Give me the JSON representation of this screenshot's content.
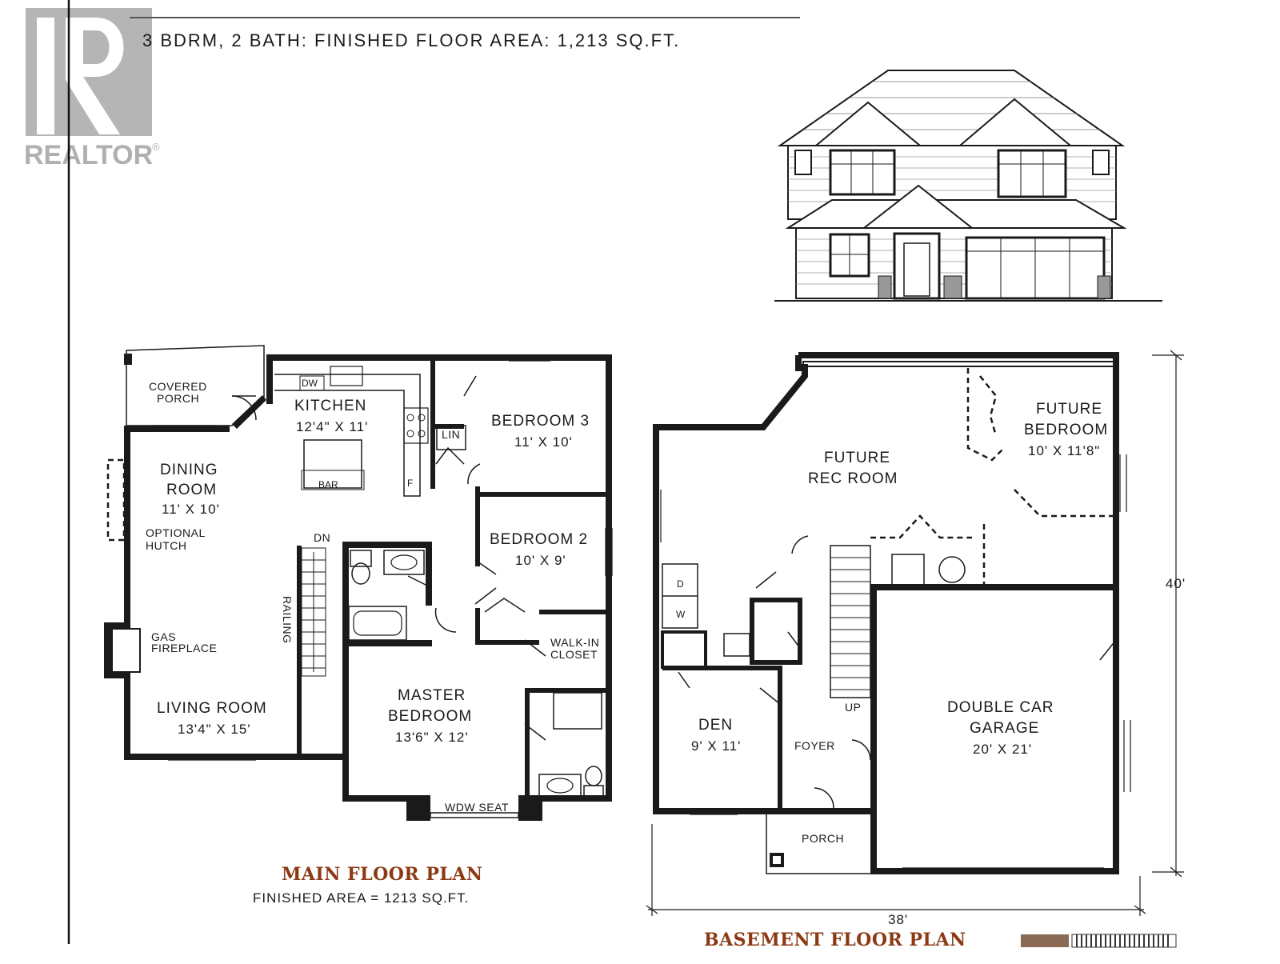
{
  "header": {
    "summary": "3 BDRM, 2 BATH: FINISHED FLOOR AREA: 1,213 SQ.FT."
  },
  "logo": {
    "text": "REALTOR",
    "mark": "®"
  },
  "main_floor": {
    "title": "MAIN FLOOR PLAN",
    "area": "FINISHED AREA = 1213 SQ.FT.",
    "covered_porch": [
      "COVERED",
      "PORCH"
    ],
    "kitchen": {
      "name": "KITCHEN",
      "size": "12'4\" X 11'"
    },
    "dw": "DW",
    "bar": "BAR",
    "fridge": "F",
    "dining": {
      "name": [
        "DINING",
        "ROOM"
      ],
      "size": "11' X 10'"
    },
    "optional_hutch": [
      "OPTIONAL",
      "HUTCH"
    ],
    "gas_fireplace": [
      "GAS",
      "FIREPLACE"
    ],
    "living": {
      "name": "LIVING ROOM",
      "size": "13'4\" X 15'"
    },
    "dn": "DN",
    "railing": "RAILING",
    "lin": "LIN",
    "bedroom3": {
      "name": "BEDROOM 3",
      "size": "11' X 10'"
    },
    "bedroom2": {
      "name": "BEDROOM 2",
      "size": "10' X 9'"
    },
    "master": {
      "name": [
        "MASTER",
        "BEDROOM"
      ],
      "size": "13'6\" X 12'"
    },
    "walk_in": [
      "WALK-IN",
      "CLOSET"
    ],
    "wdw_seat": "WDW SEAT"
  },
  "basement": {
    "title": "BASEMENT FLOOR PLAN",
    "rec_room": {
      "name": [
        "FUTURE",
        "REC ROOM"
      ]
    },
    "future_bedroom": {
      "name": [
        "FUTURE",
        "BEDROOM"
      ],
      "size": "10' X 11'8\""
    },
    "d": "D",
    "w": "W",
    "den": {
      "name": "DEN",
      "size": "9' X 11'"
    },
    "foyer": "FOYER",
    "up": "UP",
    "porch": "PORCH",
    "garage": {
      "name": [
        "DOUBLE CAR",
        "GARAGE"
      ],
      "size": "20' X 21'"
    },
    "width": "38'",
    "depth": "40'"
  }
}
